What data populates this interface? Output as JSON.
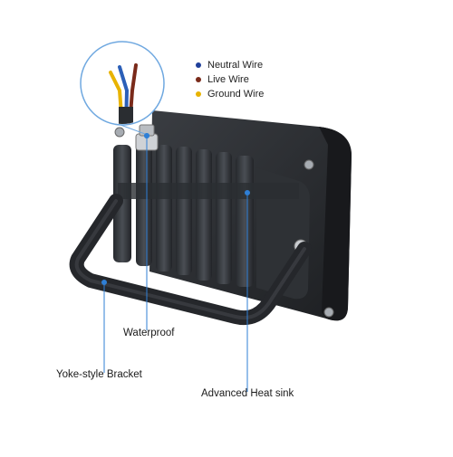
{
  "legend": {
    "items": [
      {
        "label": "Neutral Wire",
        "color": "#1f3f9a"
      },
      {
        "label": "Live Wire",
        "color": "#7a2a1a"
      },
      {
        "label": "Ground Wire",
        "color": "#e8b300"
      }
    ]
  },
  "callouts": {
    "waterproof": "Waterproof",
    "bracket": "Yoke-style Bracket",
    "heatsink": "Advanced Heat sink"
  },
  "colors": {
    "accent": "#2f7fd6",
    "body": "#2a2d31",
    "body_dark": "#1c1e21",
    "fin": "#35383d"
  }
}
